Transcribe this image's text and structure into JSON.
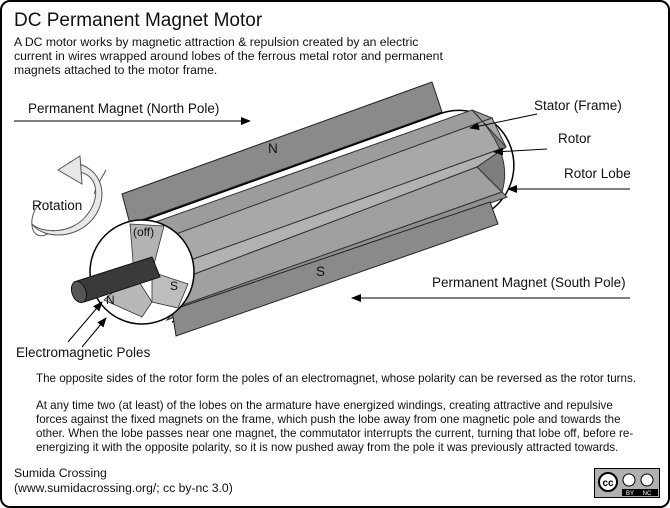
{
  "title": "DC Permanent Magnet Motor",
  "intro": "A DC motor works by magnetic attraction & repulsion created by an electric current in wires wrapped around lobes of the ferrous metal rotor and permanent magnets attached to the motor frame.",
  "labels": {
    "magnet_north": "Permanent Magnet (North Pole)",
    "magnet_south": "Permanent Magnet (South Pole)",
    "stator": "Stator (Frame)",
    "rotor": "Rotor",
    "rotor_lobe": "Rotor Lobe",
    "rotation": "Rotation",
    "em_poles": "Electromagnetic Poles",
    "n_magnet": "N",
    "s_magnet": "S",
    "face_off": "(off)",
    "face_n": "N",
    "face_s": "S"
  },
  "paragraphs": [
    "The opposite sides of the rotor form the poles of an electromagnet, whose polarity can be reversed as the rotor turns.",
    "At any time two (at least) of the lobes on the armature have energized windings, creating attractive and repulsive forces against the fixed magnets on the frame, which push the lobe away from one magnetic pole and towards the other. When the lobe passes near one magnet, the commutator interrupts the current, turning that lobe off, before re-energizing it with the opposite polarity, so it is now pushed away from the pole it was previously attracted towards."
  ],
  "credit": {
    "author": "Sumida Crossing",
    "source": "(www.sumidacrossing.org/; cc by-nc 3.0)"
  },
  "license_badge": {
    "cc": "cc",
    "by": "BY",
    "nc": "NC"
  }
}
